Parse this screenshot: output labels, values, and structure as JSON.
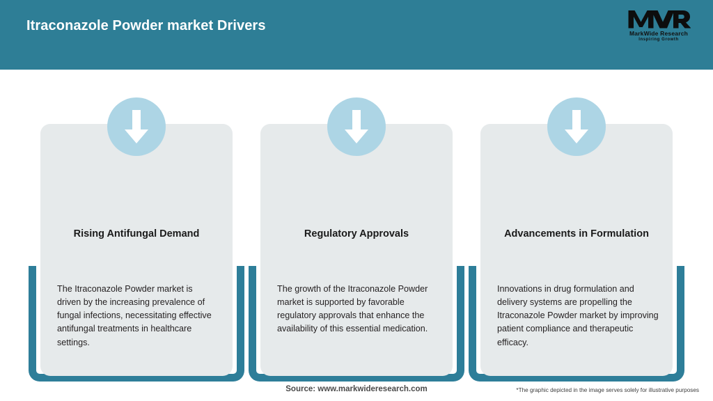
{
  "header": {
    "title": "Itraconazole Powder market Drivers",
    "background_color": "#2E7E96",
    "logo": {
      "mark": "MWR",
      "name": "MarkWide Research",
      "tagline": "Inspiring Growth"
    }
  },
  "theme": {
    "teal": "#2E7E99",
    "card_bg": "#E6EAEB",
    "icon_circle": "#ADD5E5",
    "arrow": "#FFFFFF"
  },
  "cards": [
    {
      "icon": "arrow-down-icon",
      "title": "Rising Antifungal Demand",
      "body": "The Itraconazole Powder market is driven by the increasing prevalence of fungal infections, necessitating effective antifungal treatments in healthcare settings."
    },
    {
      "icon": "arrow-down-icon",
      "title": "Regulatory Approvals",
      "body": "The growth of the Itraconazole Powder market is supported by favorable regulatory approvals that enhance the availability of this essential medication."
    },
    {
      "icon": "arrow-down-icon",
      "title": "Advancements in Formulation",
      "body": "Innovations in drug formulation and delivery systems are propelling the Itraconazole Powder market by improving patient compliance and therapeutic efficacy."
    }
  ],
  "footer": {
    "source": "Source: www.markwideresearch.com",
    "note": "*The graphic depicted in the image serves solely for illustrative purposes"
  }
}
